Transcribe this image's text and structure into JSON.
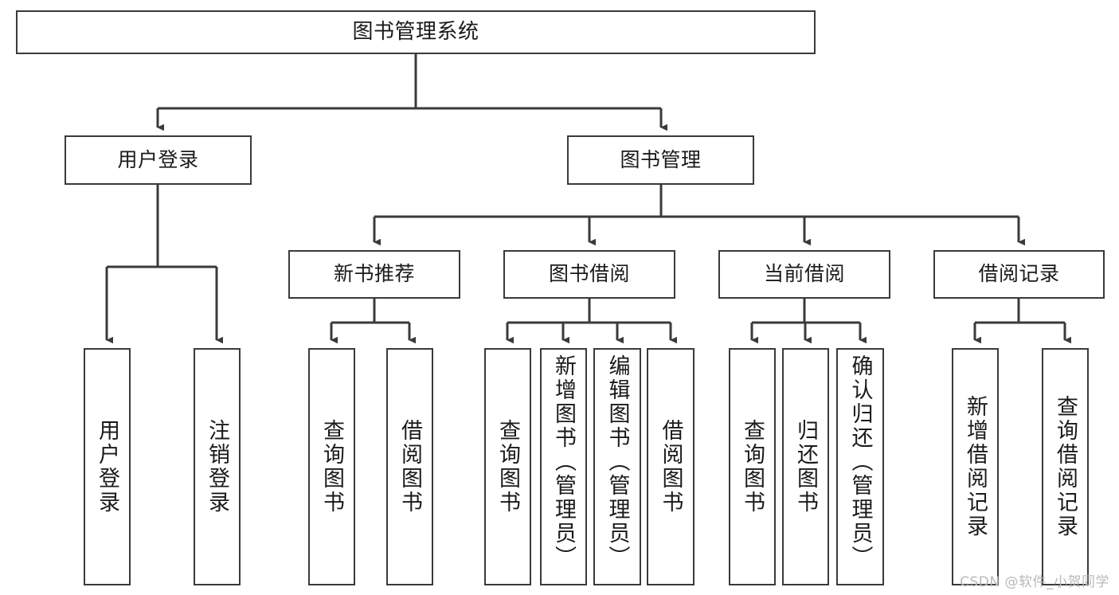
{
  "diagram": {
    "title": "图书管理系统",
    "type": "tree",
    "watermark": "CSDN @软件_小贺同学",
    "colors": {
      "box_border": "#3a3a3a",
      "box_fill": "#ffffff",
      "connector": "#3a3a3a",
      "text": "#1a1a1a",
      "watermark": "#b9b9b9",
      "background": "#ffffff"
    },
    "nodes": {
      "root": {
        "label": "图书管理系统"
      },
      "level2": [
        {
          "id": "user-login",
          "label": "用户登录"
        },
        {
          "id": "book-manage",
          "label": "图书管理"
        }
      ],
      "level3": [
        {
          "id": "new-book-recommend",
          "label": "新书推荐"
        },
        {
          "id": "book-borrow",
          "label": "图书借阅"
        },
        {
          "id": "current-borrow",
          "label": "当前借阅"
        },
        {
          "id": "borrow-record",
          "label": "借阅记录"
        }
      ],
      "leaves": {
        "user_login": [
          {
            "id": "leaf-user-login",
            "label": "用户登录"
          },
          {
            "id": "leaf-logout-login",
            "label": "注销登录"
          }
        ],
        "new_book_recommend": [
          {
            "id": "leaf-query-book-1",
            "label": "查询图书"
          },
          {
            "id": "leaf-borrow-book-1",
            "label": "借阅图书"
          }
        ],
        "book_borrow": [
          {
            "id": "leaf-query-book-2",
            "label": "查询图书"
          },
          {
            "id": "leaf-add-book",
            "label": "新增图书（管理员）"
          },
          {
            "id": "leaf-edit-book",
            "label": "编辑图书（管理员）"
          },
          {
            "id": "leaf-borrow-book-2",
            "label": "借阅图书"
          }
        ],
        "current_borrow": [
          {
            "id": "leaf-query-book-3",
            "label": "查询图书"
          },
          {
            "id": "leaf-return-book",
            "label": "归还图书"
          },
          {
            "id": "leaf-confirm-return",
            "label": "确认归还（管理员）"
          }
        ],
        "borrow_record": [
          {
            "id": "leaf-add-record",
            "label": "新增借阅记录"
          },
          {
            "id": "leaf-query-record",
            "label": "查询借阅记录"
          }
        ]
      }
    }
  }
}
